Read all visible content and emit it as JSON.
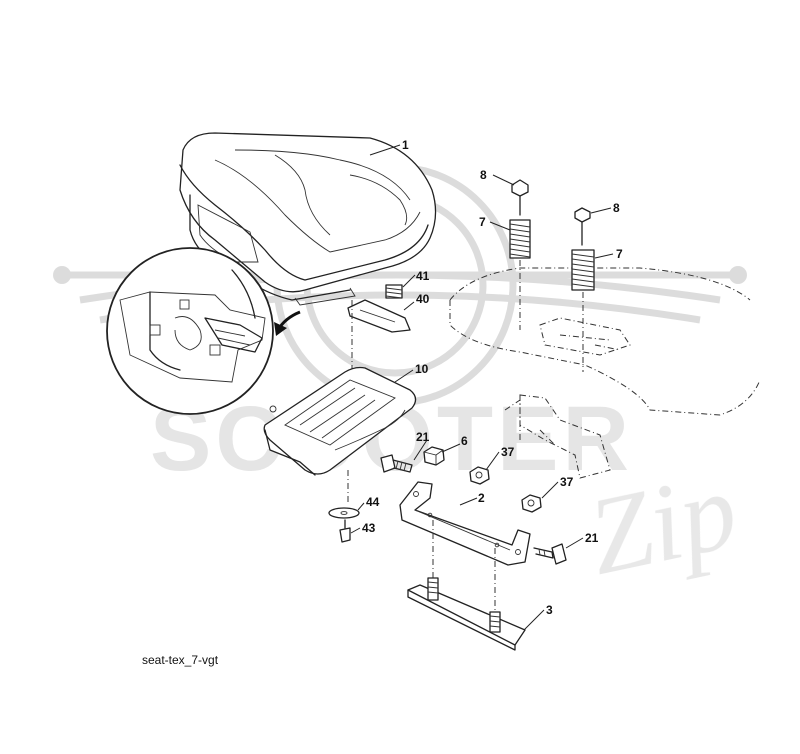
{
  "diagram": {
    "caption": "seat-tex_7-vgt",
    "watermark_text": "SCOOTER ZIP",
    "parts": [
      {
        "id": "1",
        "label": "1",
        "name": "seat"
      },
      {
        "id": "8a",
        "label": "8",
        "name": "bolt"
      },
      {
        "id": "8b",
        "label": "8",
        "name": "bolt"
      },
      {
        "id": "7a",
        "label": "7",
        "name": "spring"
      },
      {
        "id": "7b",
        "label": "7",
        "name": "spring"
      },
      {
        "id": "41",
        "label": "41",
        "name": "small spring"
      },
      {
        "id": "40",
        "label": "40",
        "name": "clip"
      },
      {
        "id": "10",
        "label": "10",
        "name": "seat pan"
      },
      {
        "id": "21a",
        "label": "21",
        "name": "bolt"
      },
      {
        "id": "6",
        "label": "6",
        "name": "nut"
      },
      {
        "id": "37a",
        "label": "37",
        "name": "lock nut"
      },
      {
        "id": "37b",
        "label": "37",
        "name": "lock nut"
      },
      {
        "id": "2",
        "label": "2",
        "name": "bracket"
      },
      {
        "id": "44",
        "label": "44",
        "name": "washer"
      },
      {
        "id": "43",
        "label": "43",
        "name": "bolt"
      },
      {
        "id": "21b",
        "label": "21",
        "name": "bolt"
      },
      {
        "id": "3",
        "label": "3",
        "name": "slide plate"
      }
    ]
  }
}
